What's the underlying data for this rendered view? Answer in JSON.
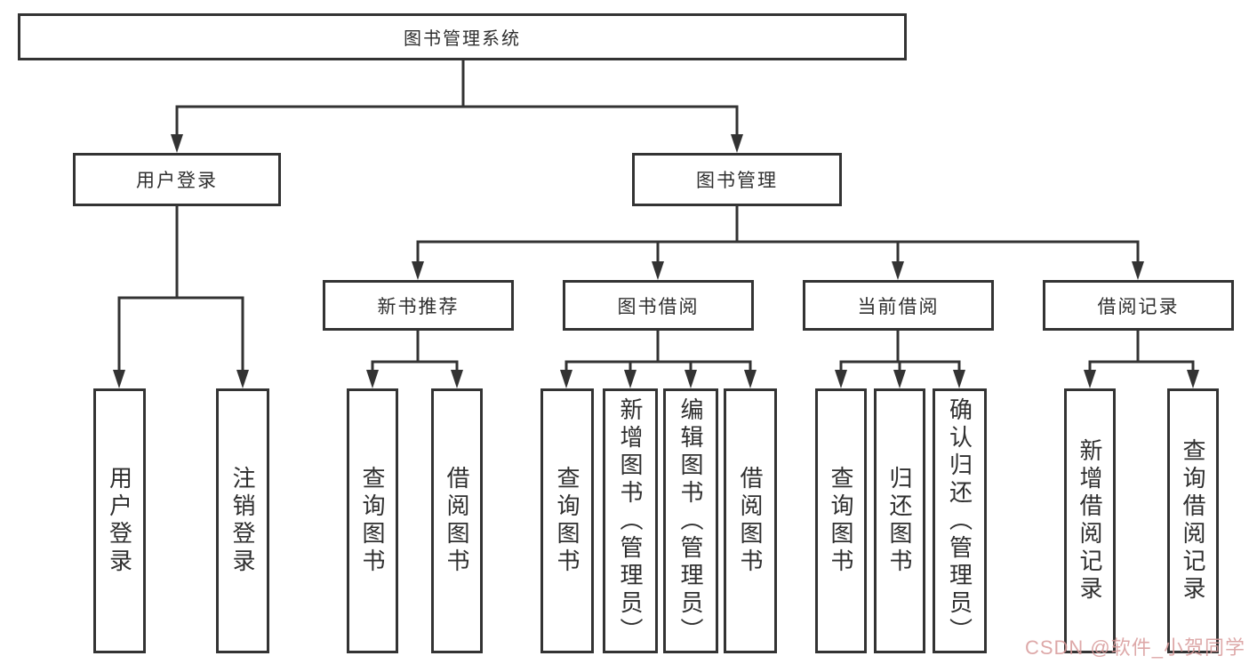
{
  "colors": {
    "line": "#333333",
    "box_border": "#333333",
    "text": "#2f2f2f",
    "watermark": "#d89a9a",
    "background": "#ffffff"
  },
  "nodes": {
    "root": {
      "label": "图书管理系统"
    },
    "user_login": {
      "label": "用户登录"
    },
    "book_mgmt": {
      "label": "图书管理"
    },
    "new_book_rec": {
      "label": "新书推荐"
    },
    "book_borrow": {
      "label": "图书借阅"
    },
    "current_borrow": {
      "label": "当前借阅"
    },
    "borrow_record": {
      "label": "借阅记录"
    },
    "leaves": {
      "ul_login": "用户登录",
      "ul_logout": "注销登录",
      "rec_query": "查询图书",
      "rec_borrow": "借阅图书",
      "bb_query": "查询图书",
      "bb_add": "新增图书（管理员）",
      "bb_edit": "编辑图书（管理员）",
      "bb_borrow": "借阅图书",
      "cb_query": "查询图书",
      "cb_return": "归还图书",
      "cb_confirm": "确认归还（管理员）",
      "br_add": "新增借阅记录",
      "br_query": "查询借阅记录"
    }
  },
  "watermark": {
    "text": "CSDN @软件_小贺同学"
  }
}
